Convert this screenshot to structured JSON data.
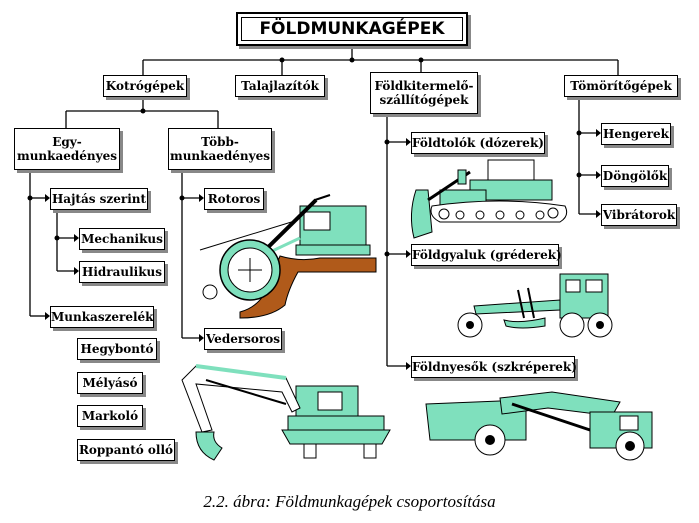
{
  "title": "FÖLDMUNKAGÉPEK",
  "caption": "2.2. ábra: Földmunkagépek csoportosítása",
  "colors": {
    "machine": "#7fe0bd",
    "line": "#000000",
    "soil": "#b05a1a"
  },
  "nodes": {
    "kotrogepek": "Kotrógépek",
    "talajlazitok": "Talajlazítók",
    "foldkitermelo": "Földkitermelő-\nszállítógépek",
    "tomoritogepek": "Tömörítőgépek",
    "egy": "Egy-\nmunkaedényes",
    "tobb": "Több-\nmunkaedényes",
    "hajtas": "Hajtás szerint",
    "mechanikus": "Mechanikus",
    "hidraulikus": "Hidraulikus",
    "munkaszerelek": "Munkaszerelék",
    "hegybonto": "Hegybontó",
    "melyaso": "Mélyásó",
    "markolo": "Markoló",
    "roppanto": "Roppantó olló",
    "rotoros": "Rotoros",
    "vedersoros": "Vedersoros",
    "foldtolok": "Földtolók (dózerek)",
    "foldgyaluk": "Földgyaluk (gréderek)",
    "foldnyesok": "Földnyesők (szkréperek)",
    "hengerek": "Hengerek",
    "dongolok": "Döngölők",
    "vibratorok": "Vibrátorok"
  }
}
